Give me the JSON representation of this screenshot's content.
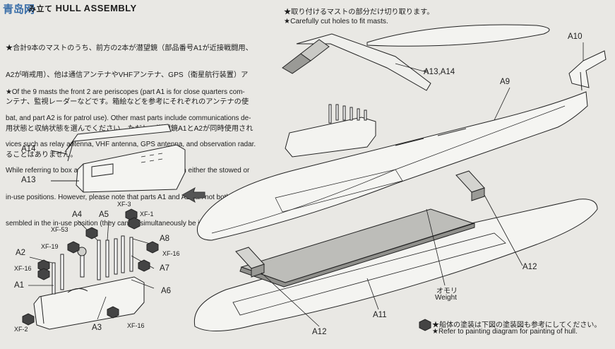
{
  "header": {
    "title_jp": "み立て",
    "title_en": "HULL ASSEMBLY",
    "watermark": "青岛网"
  },
  "notes": {
    "jp_lines": [
      "★合計9本のマストのうち、前方の2本が潜望鏡（部品番号A1が近接戦闘用、",
      "A2が哨戒用）、他は通信アンテナやVHFアンテナ、GPS（衛星航行装置）ア",
      "ンテナ、監視レーダーなどです。箱絵などを参考にそれぞれのアンテナの使",
      "用状態と収納状態を選んでください。ただし、潜望鏡A1とA2が同時使用され",
      "ることはありません。"
    ],
    "en_lines": [
      "★Of the 9 masts the front 2 are periscopes (part A1 is for close quarters com-",
      "bat, and part A2 is for patrol use). Other mast parts include communications de-",
      "vices such as relay antenna, VHF antenna, GPS antenna, and observation radar.",
      "While referring to box art, mast parts may be assembled in either the stowed or",
      "in-use positions. However, please note that parts A1 and A2 can not both be as-",
      "sembled in the in-use position (they cannot simultaneously be in-use)."
    ],
    "cut_jp": "★取り付けるマストの部分だけ切り取ります。",
    "cut_en": "★Carefully cut holes to fit masts.",
    "paint_jp": "★船体の塗装は下図の塗装図も参考にしてください。",
    "paint_en": "★Refer to painting diagram for painting of hull."
  },
  "labels": {
    "a14": "A14",
    "a13": "A13",
    "a13a14": "A13,A14",
    "a9": "A9",
    "a10": "A10",
    "a4": "A4",
    "a5": "A5",
    "a8": "A8",
    "a7": "A7",
    "a6": "A6",
    "a2": "A2",
    "a1": "A1",
    "a3": "A3",
    "a12a": "A12",
    "a12b": "A12",
    "a11": "A11",
    "xf3": "XF-3",
    "xf1": "XF-1",
    "xf53": "XF-53",
    "xf19": "XF-19",
    "xf16a": "XF-16",
    "xf16b": "XF-16",
    "xf16c": "XF-16",
    "xf2": "XF-2",
    "weight_jp": "オモリ",
    "weight_en": "Weight"
  }
}
